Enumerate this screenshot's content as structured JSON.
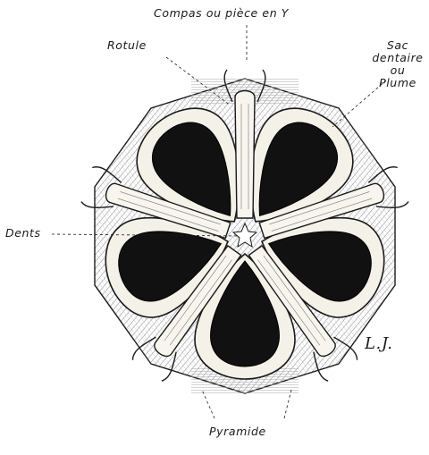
{
  "labels": {
    "compas": "Compas ou pièce en Y",
    "rotule": "Rotule",
    "sac": [
      "Sac",
      "dentaire",
      "ou",
      "Plume"
    ],
    "dents": "Dents",
    "pyramide": "Pyramide",
    "signature": "L.J."
  },
  "colors": {
    "ink": "#1a1a1a",
    "hatch": "#9a9a9a",
    "cream": "#f4f1e8",
    "tooth": "#111111"
  }
}
